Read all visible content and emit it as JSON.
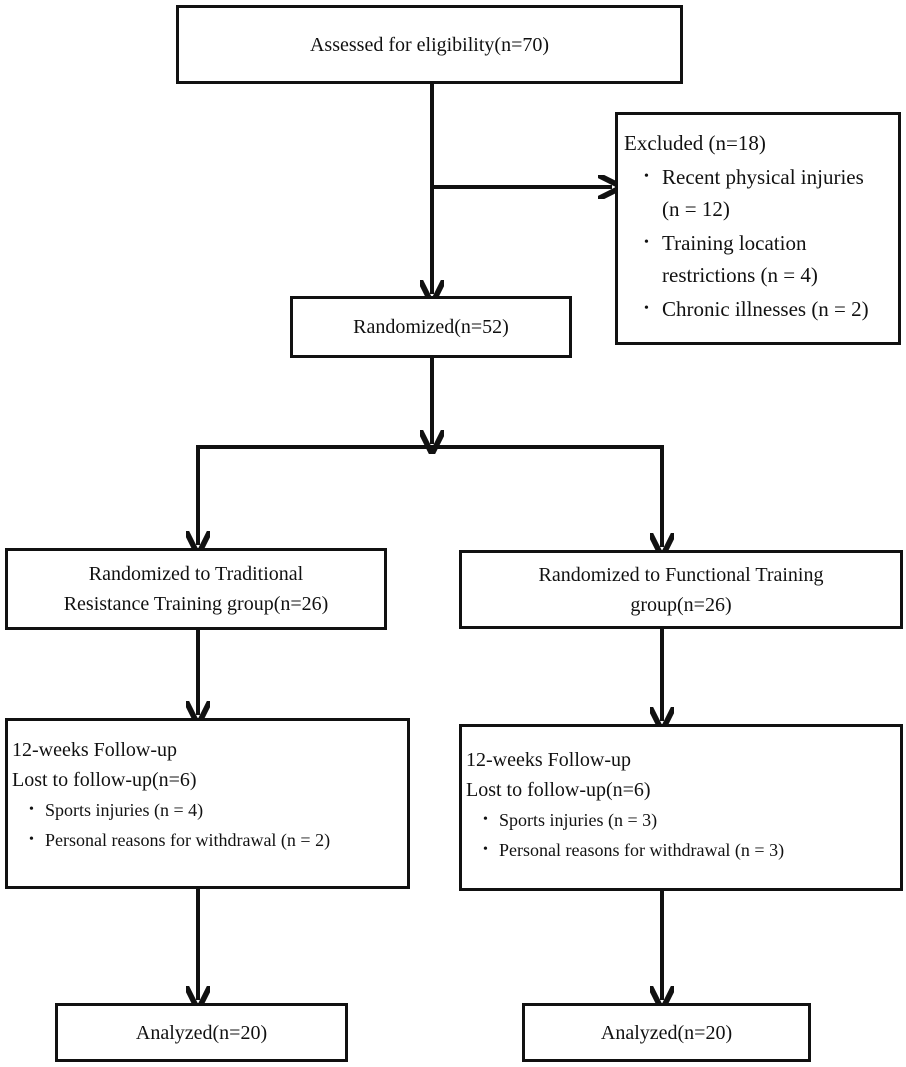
{
  "screening": {
    "text": "Assessed for eligibility(n=70)"
  },
  "excluded": {
    "title": "Excluded (n=18)",
    "items": [
      {
        "line1": "Recent physical injuries",
        "line2": "(n = 12)"
      },
      {
        "line1": "Training location",
        "line2": "restrictions (n = 4)"
      },
      {
        "line1": "Chronic illnesses (n = 2)",
        "line2": ""
      }
    ]
  },
  "randomized": {
    "text": "Randomized(n=52)"
  },
  "arm_traditional": {
    "line1": "Randomized to Traditional",
    "line2": "Resistance Training group(n=26)",
    "followup_title": "12-weeks Follow-up",
    "lost_title": "Lost to follow-up(n=6)",
    "reasons": [
      "Sports injuries (n = 4)",
      "Personal reasons for withdrawal (n = 2)"
    ],
    "analyzed": "Analyzed(n=20)"
  },
  "arm_functional": {
    "line1": "Randomized to Functional Training",
    "line2": "group(n=26)",
    "followup_title": "12-weeks Follow-up",
    "lost_title": "Lost to follow-up(n=6)",
    "reasons": [
      "Sports injuries (n = 3)",
      "Personal reasons for withdrawal (n = 3)"
    ],
    "analyzed": "Analyzed(n=20)"
  },
  "bullet": "•"
}
